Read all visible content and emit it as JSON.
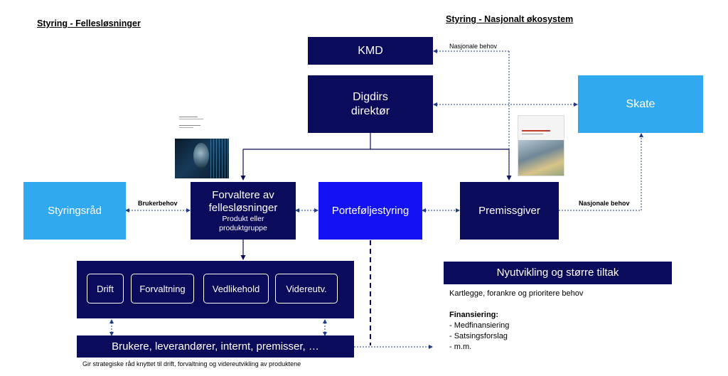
{
  "headings": {
    "left": "Styring - Fellesløsninger",
    "right": "Styring -  Nasjonalt økosystem"
  },
  "boxes": {
    "kmd": "KMD",
    "digdir_line1": "Digdirs",
    "digdir_line2": "direktør",
    "skate": "Skate",
    "styringsrad": "Styringsråd",
    "forvaltere_line1": "Forvaltere av",
    "forvaltere_line2": "fellesløsninger",
    "forvaltere_sub1": "Produkt eller",
    "forvaltere_sub2": "produktgruppe",
    "portefolje": "Porteføljestyring",
    "premissgiver": "Premissgiver",
    "brukere": "Brukere, leverandører, internt, premisser, …"
  },
  "pills": [
    "Drift",
    "Forvaltning",
    "Vedlikehold",
    "Videreutv."
  ],
  "labels": {
    "nasjonale_behov_top": "Nasjonale behov",
    "brukerbehov": "Brukerbehov",
    "nasjonale_behov_right": "Nasjonale behov",
    "caption": "Gir strategiske råd knyttet til drift, forvaltning og videreutvikling av produktene"
  },
  "nyutvikling": {
    "title": "Nyutvikling og større tiltak",
    "text": "Kartlegge, forankre og prioritere behov",
    "finansiering_title": "Finansiering:",
    "items": [
      "- Medfinansiering",
      "- Satsingsforslag",
      "- m.m."
    ]
  },
  "colors": {
    "navy": "#0b0b5c",
    "cyan": "#31a9ef",
    "blue": "#1212f2"
  }
}
